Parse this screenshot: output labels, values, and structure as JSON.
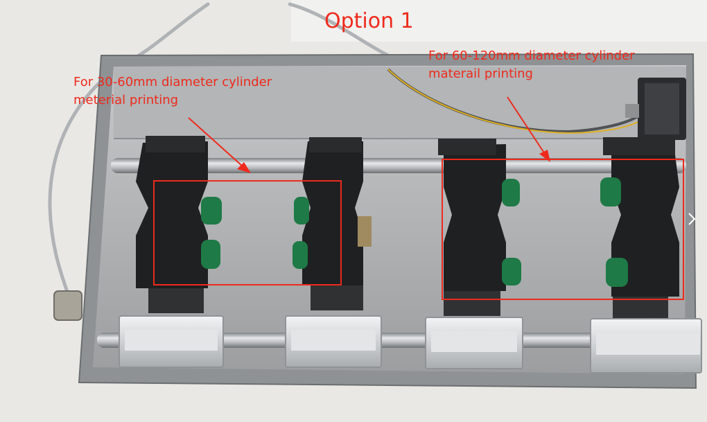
{
  "title": "Option 1",
  "annotations": {
    "left": {
      "line1": "For 30-60mm diameter cylinder",
      "line2": "meterial printing"
    },
    "right": {
      "line1": "For 60-120mm diameter cylinder",
      "line2": "materail printing"
    }
  },
  "colors": {
    "annotation": "#ee2a1c",
    "frame": "#9ea0a2",
    "holder": "#1d1e20",
    "wheel": "#1e7a46",
    "rail": "#c7c9cb"
  }
}
